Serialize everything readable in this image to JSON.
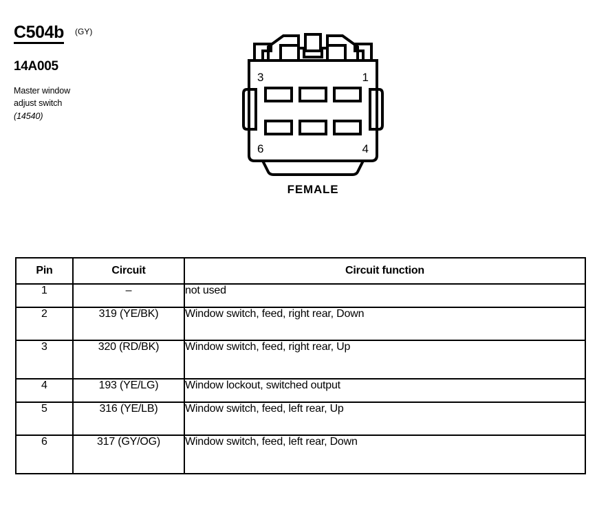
{
  "header": {
    "connector_id": "C504b",
    "color_code": "(GY)",
    "part_number": "14A005",
    "description_line1": "Master window",
    "description_line2": "adjust switch",
    "reference": "(14540)"
  },
  "connector": {
    "gender_label": "FEMALE",
    "cavity_count": 6,
    "corner_labels": {
      "top_left": "3",
      "top_right": "1",
      "bottom_left": "6",
      "bottom_right": "4"
    }
  },
  "table": {
    "columns": [
      "Pin",
      "Circuit",
      "Circuit function"
    ],
    "rows": [
      {
        "pin": "1",
        "circuit": "–",
        "function": "not used",
        "height": "short"
      },
      {
        "pin": "2",
        "circuit": "319 (YE/BK)",
        "function": "Window switch, feed, right rear, Down",
        "height": "tall"
      },
      {
        "pin": "3",
        "circuit": "320 (RD/BK)",
        "function": "Window switch, feed, right rear, Up",
        "height": "xtall"
      },
      {
        "pin": "4",
        "circuit": "193 (YE/LG)",
        "function": "Window lockout, switched output",
        "height": "short"
      },
      {
        "pin": "5",
        "circuit": "316 (YE/LB)",
        "function": "Window switch, feed, left rear, Up",
        "height": "tall"
      },
      {
        "pin": "6",
        "circuit": "317 (GY/OG)",
        "function": "Window switch, feed, left rear, Down",
        "height": "xtall"
      }
    ]
  },
  "colors": {
    "ink": "#000000",
    "paper": "#ffffff"
  }
}
